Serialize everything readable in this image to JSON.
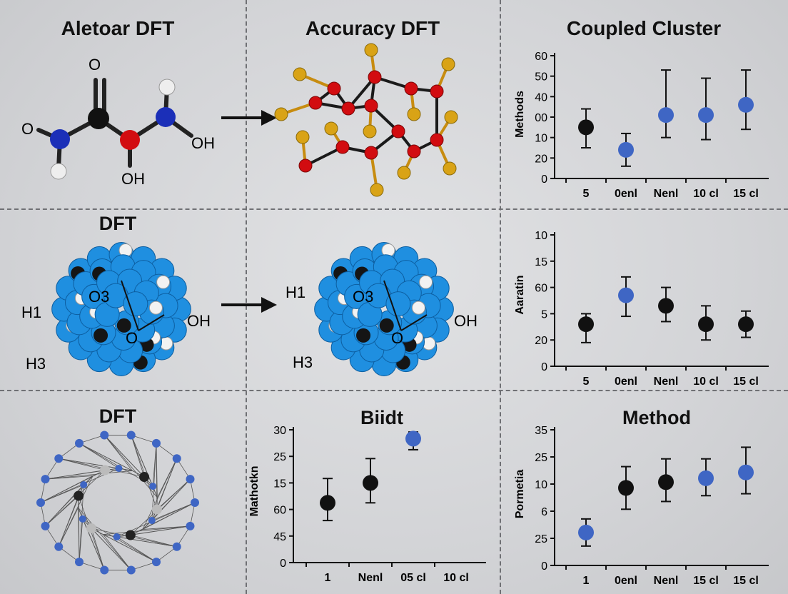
{
  "panels": {
    "top_left_title": "Aletoar DFT",
    "top_middle_title": "Accuracy DFT",
    "top_right_title": "Coupled Cluster",
    "middle_left_title": "DFT",
    "bottom_left_title": "DFT",
    "bottom_middle_title": "Biidt",
    "bottom_right_title": "Method"
  },
  "molecules": {
    "small": {
      "o_top": "O",
      "o_left": "O",
      "oh_right": "OH",
      "oh_bottom": "OH"
    },
    "cage": {
      "h1": "H1",
      "o3": "O3",
      "oh": "OH",
      "o": "O",
      "h3": "H3"
    }
  },
  "colors": {
    "black_marker": "#111111",
    "blue_marker": "#3f66c4",
    "atom_red": "#d20c10",
    "atom_gold": "#d9a316",
    "atom_blue": "#1f8fe0",
    "atom_white": "#f2f2f2"
  },
  "chart_data": [
    {
      "type": "scatter",
      "panel": "top-right",
      "title": "Coupled Cluster",
      "ylabel": "Methods",
      "categories": [
        "5",
        "0enl",
        "Nenl",
        "10 cl",
        "15 cl"
      ],
      "yticks": [
        "0",
        "20",
        "10",
        "00",
        "40",
        "50",
        "60"
      ],
      "ylim": [
        0,
        60
      ],
      "points": [
        {
          "value": 25,
          "low": 15,
          "high": 34,
          "color": "black"
        },
        {
          "value": 14,
          "low": 6,
          "high": 22,
          "color": "blue"
        },
        {
          "value": 31,
          "low": 20,
          "high": 53,
          "color": "blue"
        },
        {
          "value": 31,
          "low": 19,
          "high": 49,
          "color": "blue"
        },
        {
          "value": 36,
          "low": 24,
          "high": 53,
          "color": "blue"
        }
      ]
    },
    {
      "type": "scatter",
      "panel": "middle-right",
      "ylabel": "Aaratin",
      "categories": [
        "5",
        "0enl",
        "Nenl",
        "10 cl",
        "15 cl"
      ],
      "yticks": [
        "0",
        "20",
        "5",
        "60",
        "15",
        "10"
      ],
      "ylim": [
        0,
        25
      ],
      "points": [
        {
          "value": 8,
          "low": 4.5,
          "high": 10,
          "color": "black"
        },
        {
          "value": 13.5,
          "low": 9.5,
          "high": 17,
          "color": "blue"
        },
        {
          "value": 11.5,
          "low": 8.5,
          "high": 15,
          "color": "black"
        },
        {
          "value": 8,
          "low": 5,
          "high": 11.5,
          "color": "black"
        },
        {
          "value": 8,
          "low": 5.5,
          "high": 10.5,
          "color": "black"
        }
      ]
    },
    {
      "type": "scatter",
      "panel": "bottom-middle",
      "title": "Biidt",
      "ylabel": "Mathotkn",
      "categories": [
        "1",
        "Nenl",
        "05 cl",
        "10 cl"
      ],
      "yticks": [
        "0",
        "45",
        "60",
        "15",
        "25",
        "30"
      ],
      "ylim": [
        0,
        30
      ],
      "points": [
        {
          "value": 13.5,
          "low": 9.5,
          "high": 19,
          "color": "black"
        },
        {
          "value": 18,
          "low": 13.5,
          "high": 23.5,
          "color": "black"
        },
        {
          "value": 28,
          "low": 25.5,
          "high": 29.5,
          "color": "blue"
        }
      ]
    },
    {
      "type": "scatter",
      "panel": "bottom-right",
      "title": "Method",
      "ylabel": "Pormetia",
      "categories": [
        "1",
        "0enl",
        "Nenl",
        "15 cl",
        "15 cl"
      ],
      "yticks": [
        "0",
        "25",
        "6",
        "10",
        "25",
        "35"
      ],
      "ylim": [
        0,
        35
      ],
      "points": [
        {
          "value": 8.5,
          "low": 5,
          "high": 12,
          "color": "blue"
        },
        {
          "value": 20,
          "low": 14.5,
          "high": 25.5,
          "color": "black"
        },
        {
          "value": 21.5,
          "low": 16.5,
          "high": 27.5,
          "color": "black"
        },
        {
          "value": 22.5,
          "low": 18,
          "high": 27.5,
          "color": "blue"
        },
        {
          "value": 24,
          "low": 18.5,
          "high": 30.5,
          "color": "blue"
        }
      ]
    }
  ]
}
